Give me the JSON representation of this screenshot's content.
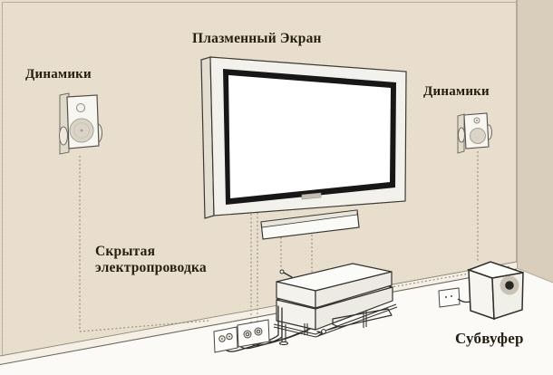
{
  "labels": {
    "plasma_screen": "Плазменный Экран",
    "left_speakers": "Динамики",
    "right_speakers": "Динамики",
    "hidden_wiring": "Скрытая электропроводка",
    "subwoofer": "Субвуфер"
  },
  "colors": {
    "front_wall": "#e9dfce",
    "side_wall": "#d9cebb",
    "floor": "#fbfaf7",
    "baseboard": "#f4f0e6",
    "outline": "#3c3a33",
    "dotted_wiring": "#948c79",
    "tv_bezel": "#171717",
    "tv_screen": "#ffffff",
    "equipment_fill": "#f8f7f3",
    "speaker_cone": "#d9d4c6",
    "label_text": "#231e10"
  }
}
